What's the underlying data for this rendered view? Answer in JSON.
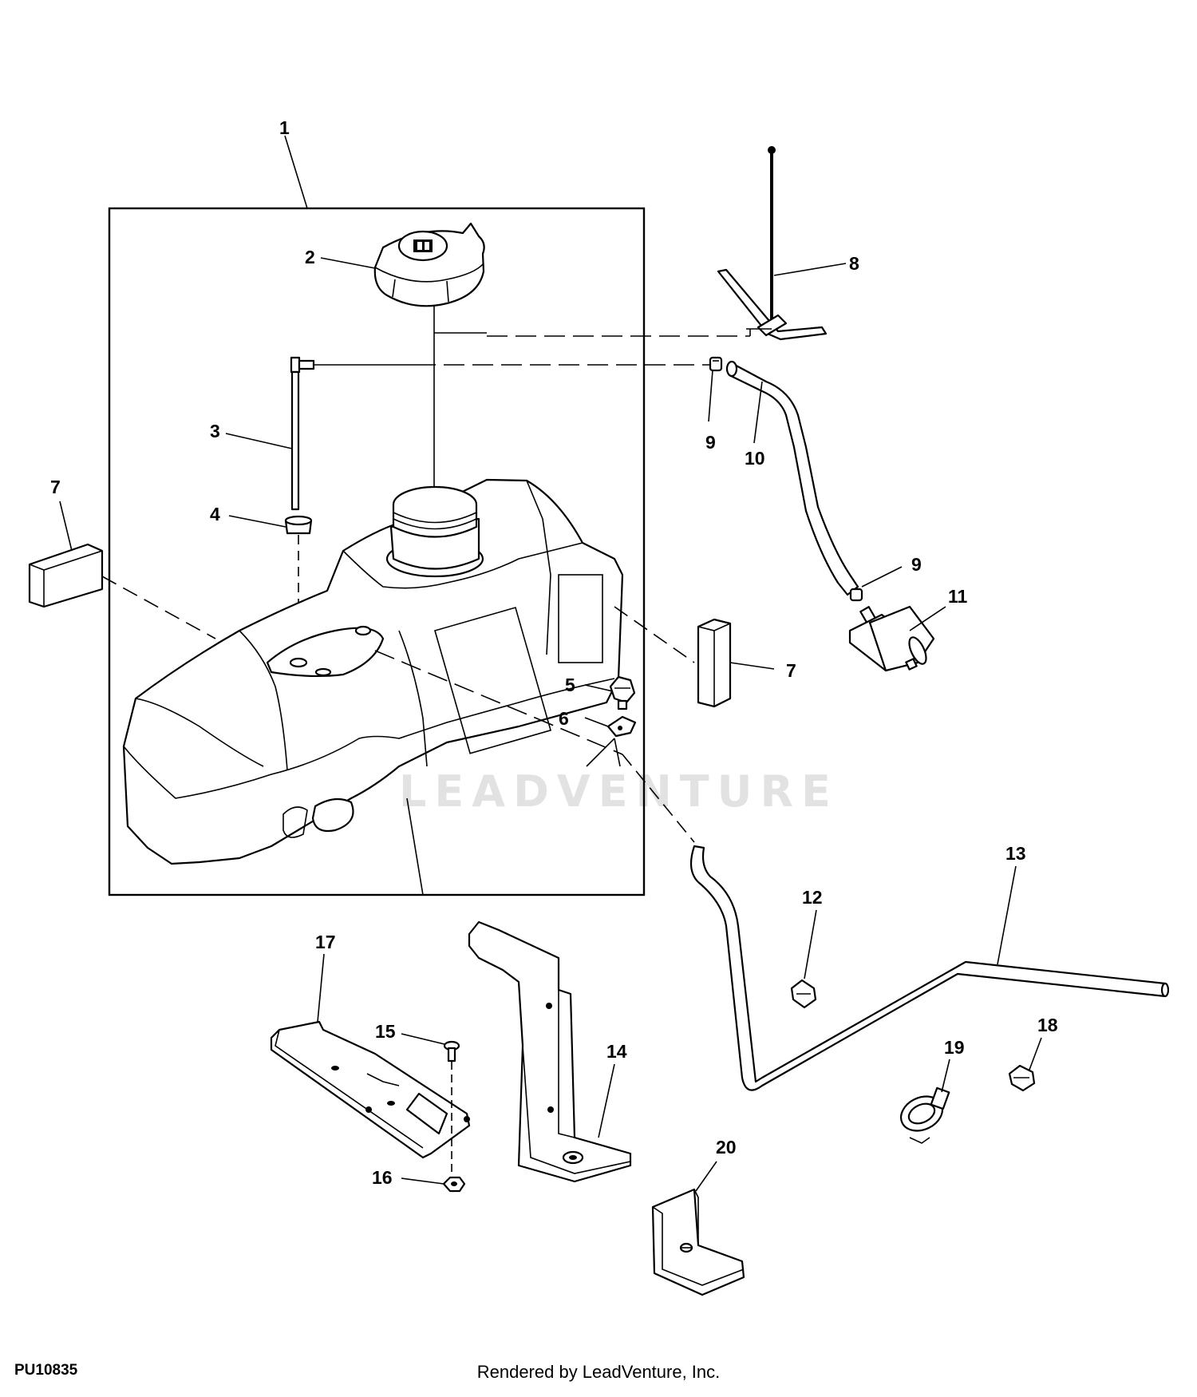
{
  "diagram": {
    "figure_id": "PU10835",
    "credit": "Rendered by LeadVenture, Inc.",
    "watermark": "LEADVENTURE",
    "callouts": {
      "c1": "1",
      "c2": "2",
      "c3": "3",
      "c4": "4",
      "c5": "5",
      "c6": "6",
      "c7a": "7",
      "c7b": "7",
      "c8": "8",
      "c9a": "9",
      "c9b": "9",
      "c10": "10",
      "c11": "11",
      "c12": "12",
      "c13": "13",
      "c14": "14",
      "c15": "15",
      "c16": "16",
      "c17": "17",
      "c18": "18",
      "c19": "19",
      "c20": "20"
    }
  }
}
